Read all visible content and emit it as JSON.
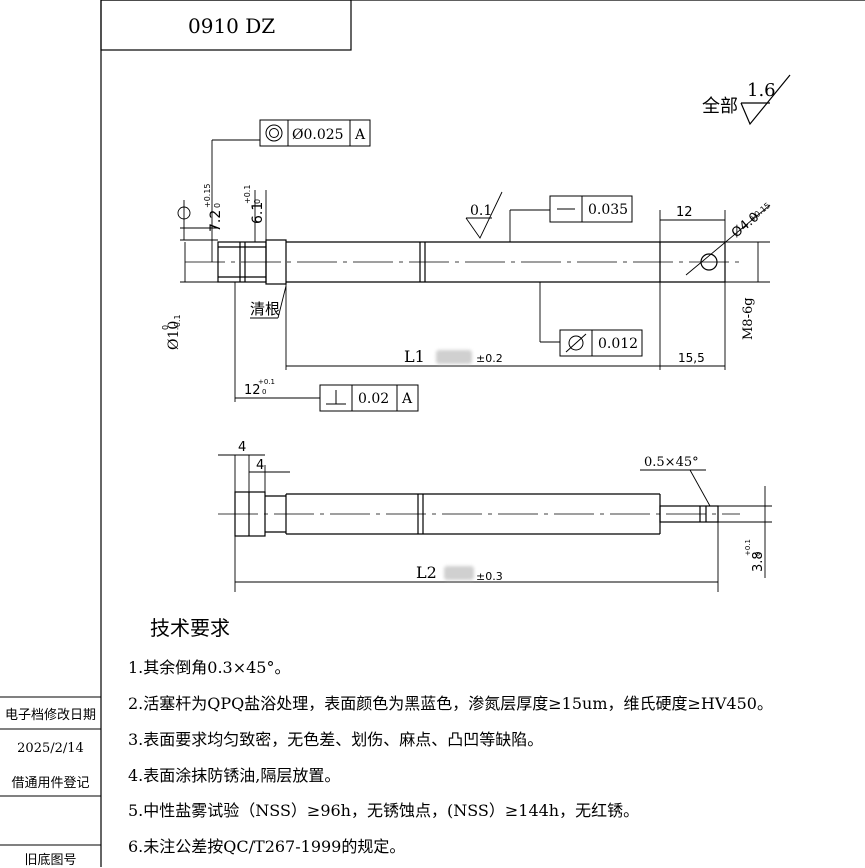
{
  "title_block": {
    "part_no": "0910 DZ"
  },
  "roughness": {
    "prefix": "全部",
    "value": "1.6"
  },
  "tolerance_frames": {
    "concentric": {
      "value": "Ø0.025",
      "datum": "A"
    },
    "straightness": {
      "value": "0.035"
    },
    "cylindricity": {
      "value": "0.012"
    },
    "perpendicular": {
      "value": "0.02",
      "datum": "A"
    }
  },
  "dims": {
    "d72": "7.2",
    "d72_tol": "+0.15",
    "d72_tol0": "0",
    "d61": "6.1",
    "d61_tol": "+0.1",
    "d61_tol0": "0",
    "rough01": "0.1",
    "d12": "12",
    "d40": "Ø4.0",
    "d40_tol": "+0.15",
    "d10": "Ø10",
    "d10_tol0": "0",
    "d10_tol": "-0.1",
    "m8": "M8-6g",
    "l1": "L1",
    "l1_tol": "±0.2",
    "d155": "15,5",
    "d12b": "12",
    "d12b_tol": "+0.1",
    "d12b_tol0": "0",
    "qinggen": "清根",
    "d4a": "4",
    "d4b": "4",
    "chamfer": "0.5×45°",
    "l2": "L2",
    "l2_tol": "±0.3",
    "d38": "3.8",
    "d38_tol": "+0.1",
    "d38_tol0": "0"
  },
  "tech_req": {
    "title": "技术要求",
    "items": [
      "1.其余倒角0.3×45°。",
      "2.活塞杆为QPQ盐浴处理，表面颜色为黑蓝色，渗氮层厚度≥15um，维氏硬度≥HV450。",
      "3.表面要求均匀致密，无色差、划伤、麻点、凸凹等缺陷。",
      "4.表面涂抹防锈油,隔层放置。",
      "5.中性盐雾试验（NSS）≥96h，无锈蚀点，(NSS）≥144h，无红锈。",
      "6.未注公差按QC/T267-1999的规定。"
    ]
  },
  "side_panel": {
    "edit_date_label": "电子档修改日期",
    "edit_date": "2025/2/14",
    "borrow_label": "借通用件登记",
    "old_no_label": "旧底图号"
  }
}
